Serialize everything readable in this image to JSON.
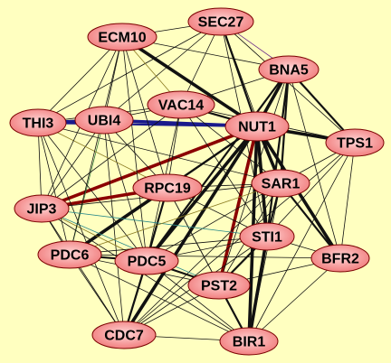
{
  "colors": {
    "background": "#ffffc0",
    "node_fill_center": "#ffd6d6",
    "node_fill_edge": "#f07878",
    "node_stroke": "#7a0000",
    "edge_default": "#111111",
    "edge_red": "#8b0000",
    "edge_blue": "#1a1a8c",
    "edge_green": "#3a7a3a",
    "edge_cyan": "#2a8a8a",
    "edge_olive": "#8a7a20",
    "edge_purple": "#6a2a8a"
  },
  "nodes": [
    {
      "id": "SEC27",
      "label": "SEC27"
    },
    {
      "id": "ECM10",
      "label": "ECM10"
    },
    {
      "id": "BNA5",
      "label": "BNA5"
    },
    {
      "id": "VAC14",
      "label": "VAC14"
    },
    {
      "id": "UBI4",
      "label": "UBI4"
    },
    {
      "id": "THI3",
      "label": "THI3"
    },
    {
      "id": "NUT1",
      "label": "NUT1"
    },
    {
      "id": "TPS1",
      "label": "TPS1"
    },
    {
      "id": "RPC19",
      "label": "RPC19"
    },
    {
      "id": "SAR1",
      "label": "SAR1"
    },
    {
      "id": "JIP3",
      "label": "JIP3"
    },
    {
      "id": "STI1",
      "label": "STI1"
    },
    {
      "id": "PDC6",
      "label": "PDC6"
    },
    {
      "id": "PDC5",
      "label": "PDC5"
    },
    {
      "id": "BFR2",
      "label": "BFR2"
    },
    {
      "id": "PST2",
      "label": "PST2"
    },
    {
      "id": "CDC7",
      "label": "CDC7"
    },
    {
      "id": "BIR1",
      "label": "BIR1"
    }
  ],
  "edges": [
    {
      "from": "NUT1",
      "to": "ECM10",
      "weight": 3,
      "color": "edge_default"
    },
    {
      "from": "NUT1",
      "to": "SEC27",
      "weight": 2,
      "color": "edge_default"
    },
    {
      "from": "NUT1",
      "to": "BNA5",
      "weight": 3,
      "color": "edge_default"
    },
    {
      "from": "NUT1",
      "to": "VAC14",
      "weight": 2,
      "color": "edge_default"
    },
    {
      "from": "NUT1",
      "to": "UBI4",
      "weight": 3,
      "color": "edge_blue"
    },
    {
      "from": "NUT1",
      "to": "THI3",
      "weight": 2,
      "color": "edge_blue"
    },
    {
      "from": "NUT1",
      "to": "TPS1",
      "weight": 3,
      "color": "edge_default"
    },
    {
      "from": "NUT1",
      "to": "RPC19",
      "weight": 2,
      "color": "edge_default"
    },
    {
      "from": "NUT1",
      "to": "SAR1",
      "weight": 3,
      "color": "edge_default"
    },
    {
      "from": "NUT1",
      "to": "JIP3",
      "weight": 3,
      "color": "edge_red"
    },
    {
      "from": "NUT1",
      "to": "STI1",
      "weight": 3,
      "color": "edge_default"
    },
    {
      "from": "NUT1",
      "to": "PDC6",
      "weight": 2,
      "color": "edge_default"
    },
    {
      "from": "NUT1",
      "to": "PDC5",
      "weight": 3,
      "color": "edge_default"
    },
    {
      "from": "NUT1",
      "to": "BFR2",
      "weight": 3,
      "color": "edge_default"
    },
    {
      "from": "NUT1",
      "to": "PST2",
      "weight": 3,
      "color": "edge_red"
    },
    {
      "from": "NUT1",
      "to": "CDC7",
      "weight": 3,
      "color": "edge_default"
    },
    {
      "from": "NUT1",
      "to": "BIR1",
      "weight": 3,
      "color": "edge_default"
    },
    {
      "from": "UBI4",
      "to": "THI3",
      "weight": 3,
      "color": "edge_blue"
    },
    {
      "from": "UBI4",
      "to": "ECM10",
      "weight": 1,
      "color": "edge_default"
    },
    {
      "from": "UBI4",
      "to": "VAC14",
      "weight": 1,
      "color": "edge_default"
    },
    {
      "from": "UBI4",
      "to": "RPC19",
      "weight": 1,
      "color": "edge_default"
    },
    {
      "from": "UBI4",
      "to": "JIP3",
      "weight": 1,
      "color": "edge_default"
    },
    {
      "from": "UBI4",
      "to": "PDC6",
      "weight": 1,
      "color": "edge_green"
    },
    {
      "from": "UBI4",
      "to": "PDC5",
      "weight": 1,
      "color": "edge_default"
    },
    {
      "from": "UBI4",
      "to": "SEC27",
      "weight": 1,
      "color": "edge_default"
    },
    {
      "from": "UBI4",
      "to": "CDC7",
      "weight": 1,
      "color": "edge_default"
    },
    {
      "from": "RPC19",
      "to": "JIP3",
      "weight": 3,
      "color": "edge_red"
    },
    {
      "from": "RPC19",
      "to": "PDC6",
      "weight": 3,
      "color": "edge_default"
    },
    {
      "from": "RPC19",
      "to": "PDC5",
      "weight": 2,
      "color": "edge_default"
    },
    {
      "from": "RPC19",
      "to": "STI1",
      "weight": 1,
      "color": "edge_default"
    },
    {
      "from": "RPC19",
      "to": "SAR1",
      "weight": 1,
      "color": "edge_default"
    },
    {
      "from": "RPC19",
      "to": "BIR1",
      "weight": 1,
      "color": "edge_default"
    },
    {
      "from": "RPC19",
      "to": "CDC7",
      "weight": 1,
      "color": "edge_default"
    },
    {
      "from": "RPC19",
      "to": "THI3",
      "weight": 1,
      "color": "edge_olive"
    },
    {
      "from": "RPC19",
      "to": "VAC14",
      "weight": 1,
      "color": "edge_default"
    },
    {
      "from": "RPC19",
      "to": "PST2",
      "weight": 1,
      "color": "edge_default"
    },
    {
      "from": "SAR1",
      "to": "STI1",
      "weight": 2,
      "color": "edge_default"
    },
    {
      "from": "SAR1",
      "to": "BFR2",
      "weight": 2,
      "color": "edge_default"
    },
    {
      "from": "SAR1",
      "to": "TPS1",
      "weight": 1,
      "color": "edge_default"
    },
    {
      "from": "SAR1",
      "to": "BNA5",
      "weight": 2,
      "color": "edge_default"
    },
    {
      "from": "SAR1",
      "to": "PST2",
      "weight": 1,
      "color": "edge_default"
    },
    {
      "from": "SAR1",
      "to": "BIR1",
      "weight": 1,
      "color": "edge_default"
    },
    {
      "from": "SAR1",
      "to": "PDC5",
      "weight": 1,
      "color": "edge_default"
    },
    {
      "from": "SAR1",
      "to": "CDC7",
      "weight": 1,
      "color": "edge_default"
    },
    {
      "from": "STI1",
      "to": "BIR1",
      "weight": 3,
      "color": "edge_default"
    },
    {
      "from": "STI1",
      "to": "PST2",
      "weight": 2,
      "color": "edge_default"
    },
    {
      "from": "STI1",
      "to": "BFR2",
      "weight": 1,
      "color": "edge_default"
    },
    {
      "from": "STI1",
      "to": "PDC5",
      "weight": 1,
      "color": "edge_default"
    },
    {
      "from": "STI1",
      "to": "CDC7",
      "weight": 1,
      "color": "edge_default"
    },
    {
      "from": "STI1",
      "to": "BNA5",
      "weight": 2,
      "color": "edge_default"
    },
    {
      "from": "PDC5",
      "to": "PDC6",
      "weight": 2,
      "color": "edge_default"
    },
    {
      "from": "PDC5",
      "to": "CDC7",
      "weight": 2,
      "color": "edge_default"
    },
    {
      "from": "PDC5",
      "to": "PST2",
      "weight": 2,
      "color": "edge_default"
    },
    {
      "from": "PDC5",
      "to": "BIR1",
      "weight": 1,
      "color": "edge_default"
    },
    {
      "from": "PDC5",
      "to": "JIP3",
      "weight": 1,
      "color": "edge_olive"
    },
    {
      "from": "PDC5",
      "to": "THI3",
      "weight": 1,
      "color": "edge_default"
    },
    {
      "from": "PDC6",
      "to": "CDC7",
      "weight": 1,
      "color": "edge_default"
    },
    {
      "from": "PDC6",
      "to": "JIP3",
      "weight": 1,
      "color": "edge_default"
    },
    {
      "from": "PDC6",
      "to": "THI3",
      "weight": 1,
      "color": "edge_default"
    },
    {
      "from": "PDC6",
      "to": "BIR1",
      "weight": 1,
      "color": "edge_default"
    },
    {
      "from": "PDC6",
      "to": "PST2",
      "weight": 1,
      "color": "edge_default"
    },
    {
      "from": "PDC6",
      "to": "STI1",
      "weight": 1,
      "color": "edge_default"
    },
    {
      "from": "PST2",
      "to": "BIR1",
      "weight": 2,
      "color": "edge_default"
    },
    {
      "from": "PST2",
      "to": "CDC7",
      "weight": 1,
      "color": "edge_default"
    },
    {
      "from": "PST2",
      "to": "BFR2",
      "weight": 1,
      "color": "edge_default"
    },
    {
      "from": "PST2",
      "to": "JIP3",
      "weight": 1,
      "color": "edge_cyan"
    },
    {
      "from": "CDC7",
      "to": "BIR1",
      "weight": 1,
      "color": "edge_default"
    },
    {
      "from": "CDC7",
      "to": "JIP3",
      "weight": 1,
      "color": "edge_default"
    },
    {
      "from": "CDC7",
      "to": "THI3",
      "weight": 1,
      "color": "edge_default"
    },
    {
      "from": "BIR1",
      "to": "BFR2",
      "weight": 1,
      "color": "edge_default"
    },
    {
      "from": "BIR1",
      "to": "TPS1",
      "weight": 1,
      "color": "edge_default"
    },
    {
      "from": "BFR2",
      "to": "TPS1",
      "weight": 1,
      "color": "edge_default"
    },
    {
      "from": "BFR2",
      "to": "BNA5",
      "weight": 1,
      "color": "edge_default"
    },
    {
      "from": "TPS1",
      "to": "BNA5",
      "weight": 2,
      "color": "edge_default"
    },
    {
      "from": "TPS1",
      "to": "SEC27",
      "weight": 1,
      "color": "edge_default"
    },
    {
      "from": "TPS1",
      "to": "STI1",
      "weight": 1,
      "color": "edge_default"
    },
    {
      "from": "BNA5",
      "to": "SEC27",
      "weight": 1,
      "color": "edge_purple"
    },
    {
      "from": "BNA5",
      "to": "ECM10",
      "weight": 1,
      "color": "edge_default"
    },
    {
      "from": "BNA5",
      "to": "VAC14",
      "weight": 1,
      "color": "edge_default"
    },
    {
      "from": "BNA5",
      "to": "PDC5",
      "weight": 2,
      "color": "edge_default"
    },
    {
      "from": "BNA5",
      "to": "PST2",
      "weight": 1,
      "color": "edge_default"
    },
    {
      "from": "SEC27",
      "to": "ECM10",
      "weight": 1,
      "color": "edge_default"
    },
    {
      "from": "SEC27",
      "to": "VAC14",
      "weight": 1,
      "color": "edge_default"
    },
    {
      "from": "SEC27",
      "to": "THI3",
      "weight": 1,
      "color": "edge_default"
    },
    {
      "from": "SEC27",
      "to": "STI1",
      "weight": 1,
      "color": "edge_default"
    },
    {
      "from": "SEC27",
      "to": "SAR1",
      "weight": 1,
      "color": "edge_default"
    },
    {
      "from": "ECM10",
      "to": "THI3",
      "weight": 1,
      "color": "edge_default"
    },
    {
      "from": "ECM10",
      "to": "VAC14",
      "weight": 1,
      "color": "edge_olive"
    },
    {
      "from": "ECM10",
      "to": "RPC19",
      "weight": 1,
      "color": "edge_default"
    },
    {
      "from": "ECM10",
      "to": "PDC6",
      "weight": 1,
      "color": "edge_default"
    },
    {
      "from": "ECM10",
      "to": "JIP3",
      "weight": 1,
      "color": "edge_default"
    },
    {
      "from": "ECM10",
      "to": "PDC5",
      "weight": 1,
      "color": "edge_default"
    },
    {
      "from": "VAC14",
      "to": "THI3",
      "weight": 1,
      "color": "edge_default"
    },
    {
      "from": "VAC14",
      "to": "PDC5",
      "weight": 1,
      "color": "edge_default"
    },
    {
      "from": "VAC14",
      "to": "SAR1",
      "weight": 1,
      "color": "edge_default"
    },
    {
      "from": "VAC14",
      "to": "JIP3",
      "weight": 1,
      "color": "edge_default"
    },
    {
      "from": "VAC14",
      "to": "STI1",
      "weight": 1,
      "color": "edge_default"
    },
    {
      "from": "VAC14",
      "to": "TPS1",
      "weight": 1,
      "color": "edge_default"
    },
    {
      "from": "THI3",
      "to": "JIP3",
      "weight": 1,
      "color": "edge_default"
    },
    {
      "from": "THI3",
      "to": "SAR1",
      "weight": 1,
      "color": "edge_default"
    },
    {
      "from": "JIP3",
      "to": "SAR1",
      "weight": 1,
      "color": "edge_default"
    },
    {
      "from": "JIP3",
      "to": "STI1",
      "weight": 1,
      "color": "edge_cyan"
    },
    {
      "from": "JIP3",
      "to": "BIR1",
      "weight": 1,
      "color": "edge_default"
    },
    {
      "from": "CDC7",
      "to": "TPS1",
      "weight": 1,
      "color": "edge_default"
    },
    {
      "from": "PDC6",
      "to": "SAR1",
      "weight": 1,
      "color": "edge_olive"
    },
    {
      "from": "PDC6",
      "to": "BFR2",
      "weight": 1,
      "color": "edge_default"
    }
  ]
}
